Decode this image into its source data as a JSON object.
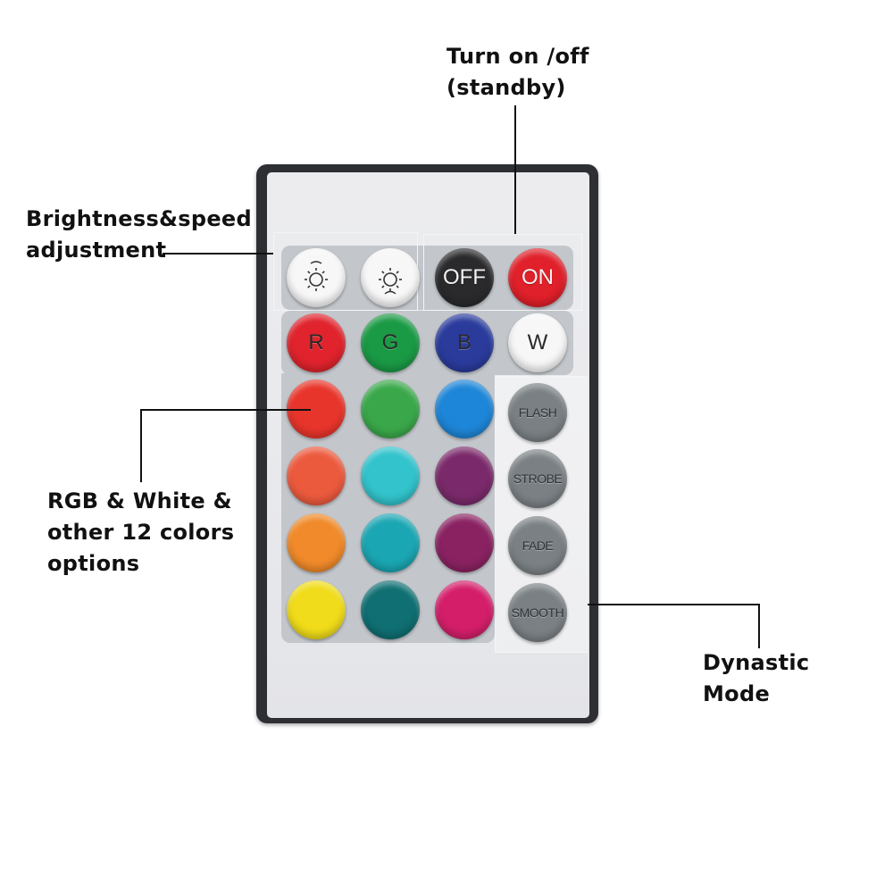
{
  "annotations": {
    "power": [
      "Turn on /off",
      "(standby)"
    ],
    "brightness": [
      "Brightness&speed",
      "adjustment"
    ],
    "colors": [
      "RGB & White &",
      "other 12 colors",
      "options"
    ],
    "dynamic": [
      "Dynastic",
      "Mode"
    ]
  },
  "remote": {
    "top_row": [
      {
        "name": "brightness-down-button",
        "icon": "brightness-down-icon",
        "label": "",
        "color": "#f7f7f7"
      },
      {
        "name": "brightness-up-button",
        "icon": "brightness-up-icon",
        "label": "",
        "color": "#f7f7f7"
      },
      {
        "name": "off-button",
        "label": "OFF",
        "color": "#2a2a2c"
      },
      {
        "name": "on-button",
        "label": "ON",
        "color": "#e0202a"
      }
    ],
    "color_rows": [
      [
        {
          "label": "R",
          "color": "#e0232d"
        },
        {
          "label": "G",
          "color": "#1a9a45"
        },
        {
          "label": "B",
          "color": "#2a3b9c"
        },
        {
          "label": "W",
          "color": "#f7f7f7"
        }
      ],
      [
        {
          "label": "",
          "color": "#e8352b"
        },
        {
          "label": "",
          "color": "#3aa84a"
        },
        {
          "label": "",
          "color": "#1e86d8"
        }
      ],
      [
        {
          "label": "",
          "color": "#ec5a3e"
        },
        {
          "label": "",
          "color": "#32c3cc"
        },
        {
          "label": "",
          "color": "#7a2a6a"
        }
      ],
      [
        {
          "label": "",
          "color": "#f08a2a"
        },
        {
          "label": "",
          "color": "#1aa6b2"
        },
        {
          "label": "",
          "color": "#8a2262"
        }
      ],
      [
        {
          "label": "",
          "color": "#f0dc1a"
        },
        {
          "label": "",
          "color": "#0f6f72"
        },
        {
          "label": "",
          "color": "#d41e6a"
        }
      ]
    ],
    "mode_buttons": [
      {
        "name": "flash-button",
        "label": "FLASH"
      },
      {
        "name": "strobe-button",
        "label": "STROBE"
      },
      {
        "name": "fade-button",
        "label": "FADE"
      },
      {
        "name": "smooth-button",
        "label": "SMOOTH"
      }
    ],
    "mode_color": "#7a8084"
  }
}
